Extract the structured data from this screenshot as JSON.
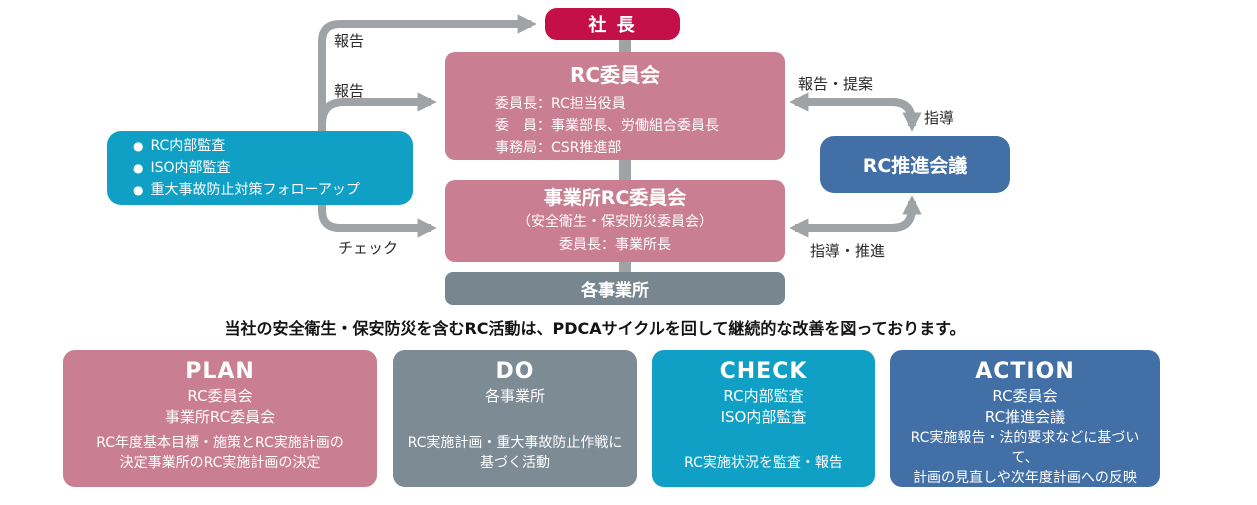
{
  "org_chart": {
    "president": {
      "label": "社 長"
    },
    "rc_committee": {
      "title": "RC委員会",
      "lines": [
        "委員長：RC担当役員",
        "委　員：事業部長、労働組合委員長",
        "事務局：CSR推進部"
      ]
    },
    "audit_box": {
      "bullet": "●",
      "items": [
        "RC内部監査",
        "ISO内部監査",
        "重大事故防止対策フォローアップ"
      ]
    },
    "site_rc_committee": {
      "title": "事業所RC委員会",
      "lines": [
        "（安全衛生・保安防災委員会）",
        "委員長：事業所長"
      ]
    },
    "sites": {
      "label": "各事業所"
    },
    "rc_promotion": {
      "label": "RC推進会議"
    },
    "arrow_labels": {
      "report_top": "報告",
      "report_mid": "報告",
      "check": "チェック",
      "report_proposal": "報告・提案",
      "guidance": "指導",
      "guidance_promotion": "指導・推進"
    }
  },
  "caption": "当社の安全衛生・保安防災を含むRC活動は、PDCAサイクルを回して継続的な改善を図っております。",
  "pdca": [
    {
      "title": "PLAN",
      "orgs": [
        "RC委員会",
        "事業所RC委員会"
      ],
      "desc": [
        "RC年度基本目標・施策とRC実施計画の",
        "決定事業所のRC実施計画の決定"
      ]
    },
    {
      "title": "DO",
      "orgs": [
        "各事業所"
      ],
      "desc": [
        "RC実施計画・重大事故防止作戦に",
        "基づく活動"
      ]
    },
    {
      "title": "CHECK",
      "orgs": [
        "RC内部監査",
        "ISO内部監査"
      ],
      "desc": [
        "RC実施状況を監査・報告"
      ]
    },
    {
      "title": "ACTION",
      "orgs": [
        "RC委員会",
        "RC推進会議"
      ],
      "desc": [
        "RC実施報告・法的要求などに基づいて、",
        "計画の見直しや次年度計画への反映"
      ]
    }
  ],
  "colors": {
    "crimson": "#c41048",
    "pink": "#ca7e92",
    "teal": "#10a0c5",
    "blue": "#4270a6",
    "gray": "#7d8b95",
    "arrow_gray": "#9fa3a6"
  }
}
